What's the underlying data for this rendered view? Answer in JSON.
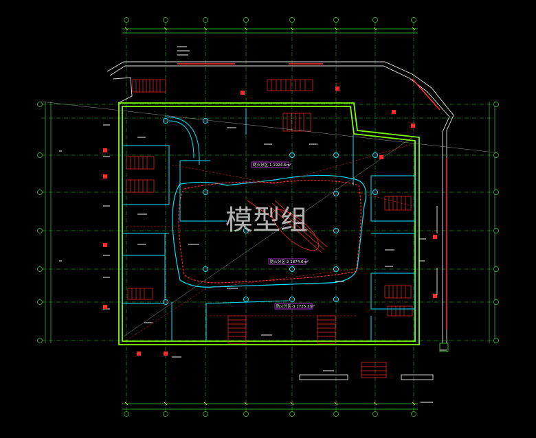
{
  "watermark": "模型组",
  "zones": [
    {
      "label": "防火分区-1 1924.6m²"
    },
    {
      "label": "防火分区-2 1874.6m²"
    },
    {
      "label": "防火分区-3 1725.3m²"
    }
  ],
  "colors": {
    "background": "#000000",
    "grid_axis": "#3bd13b",
    "walls": "#7fff00",
    "fire_stairs": "#ff2a2a",
    "cores": "#00e5ff",
    "annotations": "#ffffff",
    "zone_label_border": "#d23cff",
    "dimension_ticks": "#ffff55"
  },
  "icons": [
    "grid-axis-bubble-icon",
    "stair-hatch-icon",
    "column-marker-icon",
    "ramp-icon"
  ]
}
